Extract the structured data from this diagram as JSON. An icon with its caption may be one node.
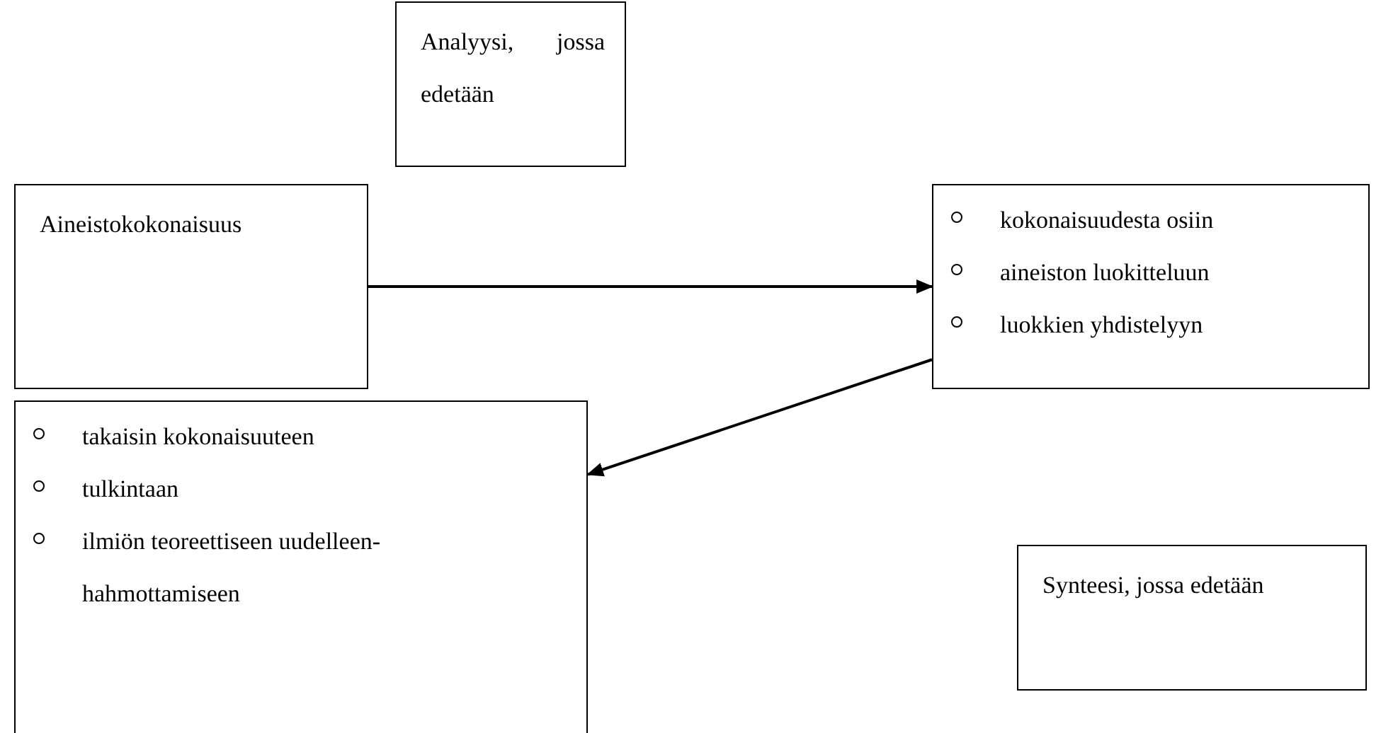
{
  "diagram": {
    "nodes": [
      {
        "text": [
          "Analyysi, jossa edetään"
        ]
      },
      {
        "text": [
          "Aineistokokonaisuus"
        ]
      },
      {
        "text": [
          "kokonaisuudesta osiin",
          "aineiston luokitteluun",
          "luokkien yhdistelyyn"
        ]
      },
      {
        "text": [
          "takaisin kokonaisuuteen",
          "tulkintaan",
          "ilmiön teoreettiseen uudelleen-hahmottamiseen"
        ]
      },
      {
        "text": [
          "Synteesi, jossa edetään"
        ]
      }
    ],
    "edges": [
      {
        "from": 1,
        "to": 2,
        "arrow": "to"
      },
      {
        "from": 2,
        "to": 3,
        "arrow": "to"
      }
    ]
  }
}
